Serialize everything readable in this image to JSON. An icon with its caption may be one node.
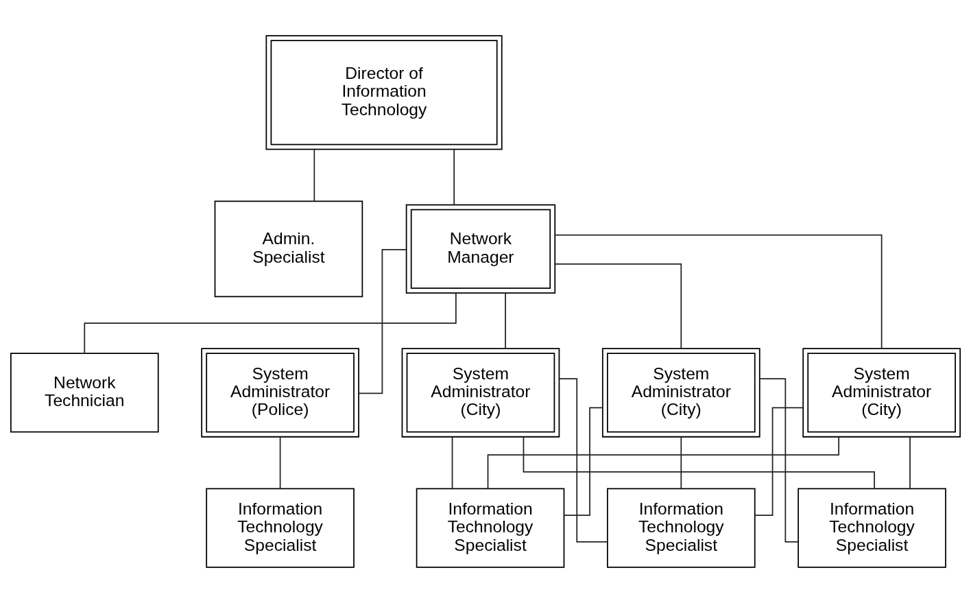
{
  "diagram": {
    "nodes": [
      {
        "text": [
          "Director of Information Technology"
        ]
      },
      {
        "text": [
          "Admin. Specialist"
        ]
      },
      {
        "text": [
          "Network Manager"
        ]
      },
      {
        "text": [
          "Network Technician"
        ]
      },
      {
        "text": [
          "System Administrator (Police)"
        ]
      },
      {
        "text": [
          "System Administrator (City)"
        ]
      },
      {
        "text": [
          "System Administrator (City)"
        ]
      },
      {
        "text": [
          "System Administrator (City)"
        ]
      },
      {
        "text": [
          "Information Technology Specialist"
        ]
      },
      {
        "text": [
          "Information Technology Specialist"
        ]
      },
      {
        "text": [
          "Information Technology Specialist"
        ]
      },
      {
        "text": [
          "Information Technology Specialist"
        ]
      }
    ],
    "edges": [
      {
        "from": 0,
        "to": 1,
        "arrow": "none"
      },
      {
        "from": 0,
        "to": 2,
        "arrow": "none"
      },
      {
        "from": 2,
        "to": 3,
        "arrow": "none"
      },
      {
        "from": 2,
        "to": 4,
        "arrow": "none"
      },
      {
        "from": 2,
        "to": 5,
        "arrow": "none"
      },
      {
        "from": 2,
        "to": 6,
        "arrow": "none"
      },
      {
        "from": 2,
        "to": 7,
        "arrow": "none"
      },
      {
        "from": 4,
        "to": 8,
        "arrow": "none"
      },
      {
        "from": 5,
        "to": 9,
        "arrow": "none"
      },
      {
        "from": 5,
        "to": 10,
        "arrow": "none"
      },
      {
        "from": 5,
        "to": 11,
        "arrow": "none"
      },
      {
        "from": 6,
        "to": 9,
        "arrow": "none"
      },
      {
        "from": 6,
        "to": 10,
        "arrow": "none"
      },
      {
        "from": 6,
        "to": 11,
        "arrow": "none"
      },
      {
        "from": 7,
        "to": 9,
        "arrow": "none"
      },
      {
        "from": 7,
        "to": 10,
        "arrow": "none"
      },
      {
        "from": 7,
        "to": 11,
        "arrow": "none"
      }
    ]
  }
}
